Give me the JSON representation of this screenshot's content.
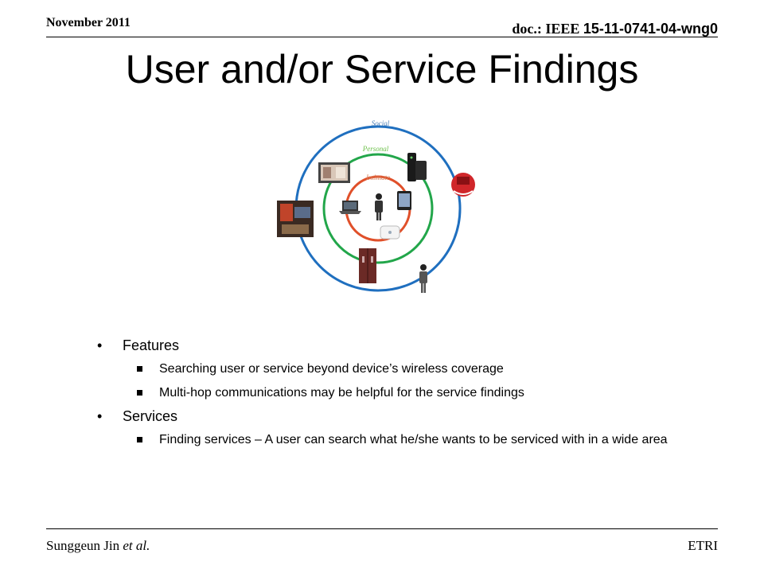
{
  "header": {
    "date": "November 2011",
    "doc_prefix": "doc.: IEEE ",
    "doc_number": "15-11-0741-04-wng0"
  },
  "slide": {
    "title": "User and/or Service Findings"
  },
  "diagram": {
    "labels": {
      "social": "Social",
      "personal": "Personal",
      "intimate": "Intimate"
    },
    "colors": {
      "social_ring": "#1f6fbf",
      "personal_ring": "#22a64a",
      "intimate_ring": "#e0502a",
      "social_label": "#4a7fb8",
      "personal_label": "#6cc04a",
      "intimate_label": "#d4805a"
    },
    "icons": [
      "person-icon",
      "tablet-icon",
      "laptop-icon",
      "access-point-icon",
      "game-console-icon",
      "photo-frame-icon",
      "refrigerator-icon",
      "kiosk-icon",
      "marketing-badge-icon",
      "remote-person-icon"
    ]
  },
  "content": {
    "features_heading": "Features",
    "feature_items": [
      "Searching user or service beyond device’s wireless coverage",
      "Multi-hop communications may be helpful for the service findings"
    ],
    "services_heading": "Services",
    "service_items": [
      "Finding services – A user can search what he/she wants to be serviced with in a wide area"
    ]
  },
  "footer": {
    "author_name": "Sunggeun Jin ",
    "author_suffix": "et al.",
    "org": "ETRI"
  }
}
